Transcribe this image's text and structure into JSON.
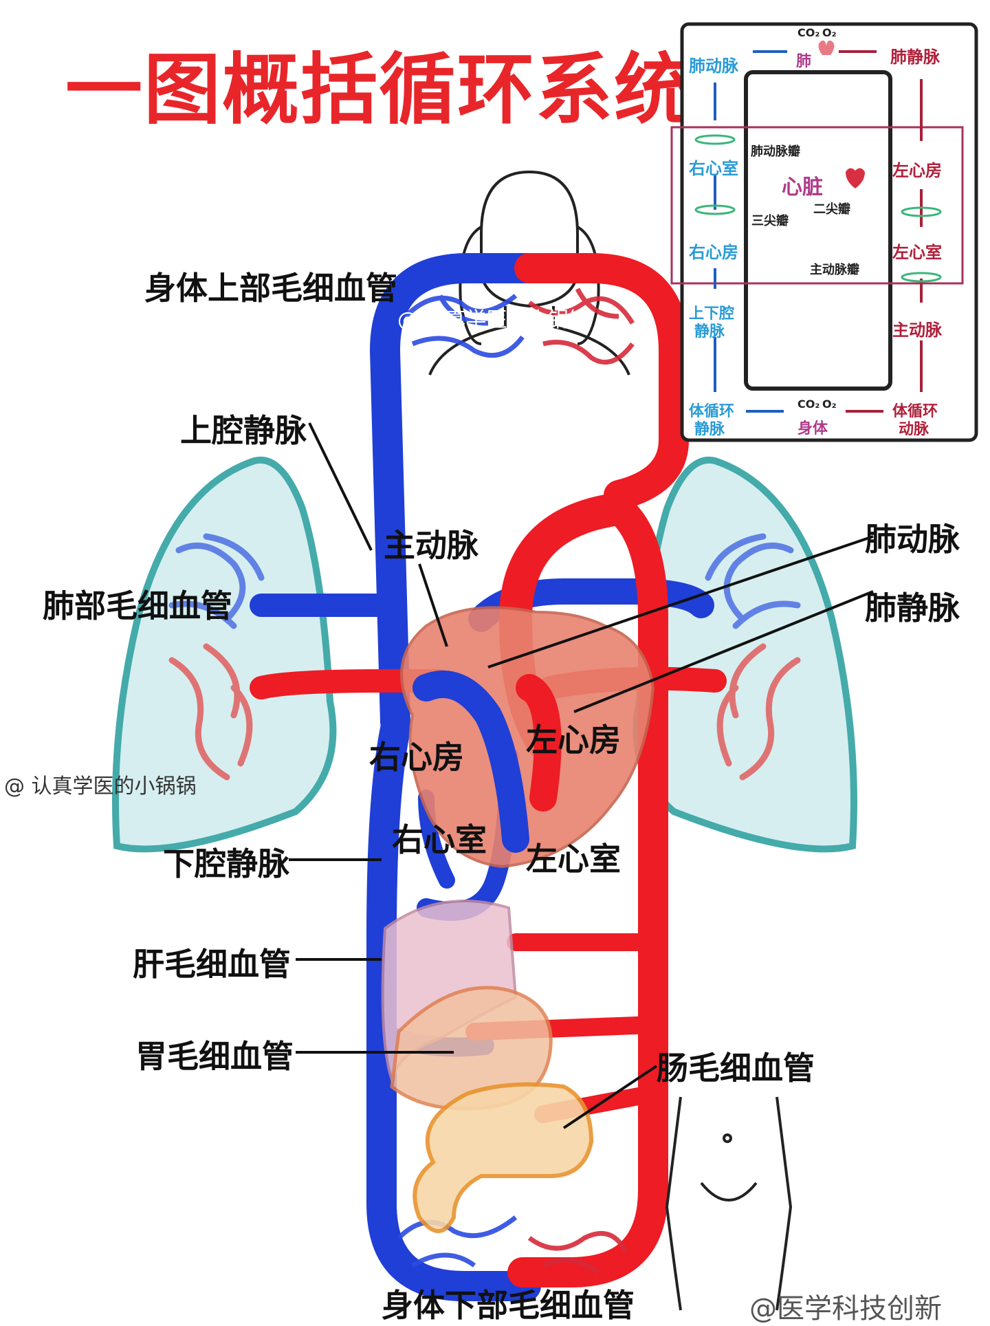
{
  "title": "一图概括循环系统",
  "labels": {
    "upper_capillaries": "身体上部毛细血管",
    "svc": "上腔静脉",
    "aorta": "主动脉",
    "pulmonary_artery": "肺动脉",
    "pulmonary_vein": "肺静脉",
    "lung_capillaries": "肺部毛细血管",
    "right_atrium": "右心房",
    "left_atrium": "左心房",
    "right_ventricle": "右心室",
    "left_ventricle": "左心室",
    "ivc": "下腔静脉",
    "liver_capillaries": "肝毛细血管",
    "stomach_capillaries": "胃毛细血管",
    "intestine_capillaries": "肠毛细血管",
    "lower_capillaries": "身体下部毛细血管"
  },
  "watermarks": {
    "mid": "@ 认真学医的小锅锅",
    "top": "@ 认真学医的小锅锅",
    "bottom": "@医学科技创新"
  },
  "inset": {
    "pulmonary_artery": "肺动脉",
    "lung": "肺",
    "pulmonary_vein": "肺静脉",
    "co2": "CO₂",
    "o2": "O₂",
    "right_ventricle": "右心室",
    "pulmonary_valve": "肺动脉瓣",
    "heart": "心脏",
    "left_atrium": "左心房",
    "tricuspid": "三尖瓣",
    "mitral": "二尖瓣",
    "right_atrium": "右心房",
    "left_ventricle": "左心室",
    "aortic_valve": "主动脉瓣",
    "vena_cava_1": "上下腔",
    "vena_cava_2": "静脉",
    "aorta": "主动脉",
    "systemic_vein_1": "体循环",
    "systemic_vein_2": "静脉",
    "body": "身体",
    "systemic_artery_1": "体循环",
    "systemic_artery_2": "动脉"
  },
  "colors": {
    "venous": "#1f3fd6",
    "arterial": "#ee1c24",
    "title": "#e8262a",
    "lung_outline": "#3aa6a6",
    "inset_blue": "#2a9bd6",
    "inset_red": "#b0203a",
    "heart_fill": "#e8826f"
  }
}
